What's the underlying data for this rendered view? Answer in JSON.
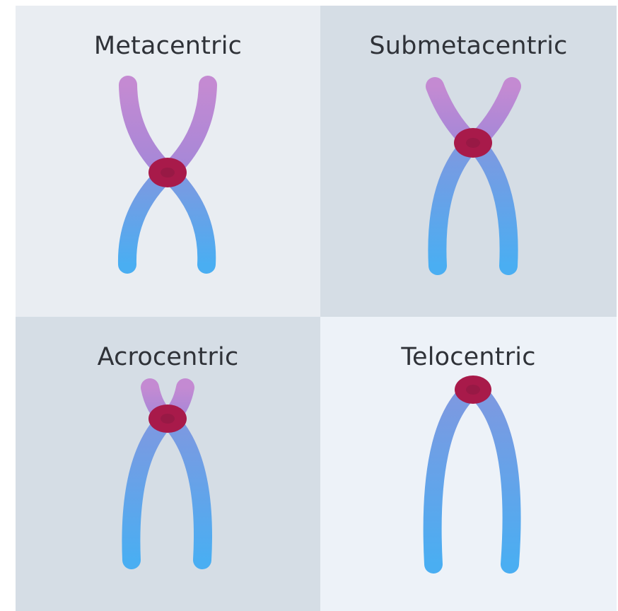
{
  "panels": [
    {
      "id": "metacentric",
      "label": "Metacentric"
    },
    {
      "id": "submetacentric",
      "label": "Submetacentric"
    },
    {
      "id": "acrocentric",
      "label": "Acrocentric"
    },
    {
      "id": "telocentric",
      "label": "Telocentric"
    }
  ],
  "colors": {
    "panel_light": "#e9edf2",
    "panel_dark": "#d5dde5",
    "panel_lightest": "#edf2f8",
    "short_arm": "#c48ad2",
    "short_arm_inner": "#a487d8",
    "long_arm": "#4aaef2",
    "long_arm_inner": "#7f98e0",
    "centromere": "#a81a4a",
    "centromere_core": "#8d1942"
  }
}
